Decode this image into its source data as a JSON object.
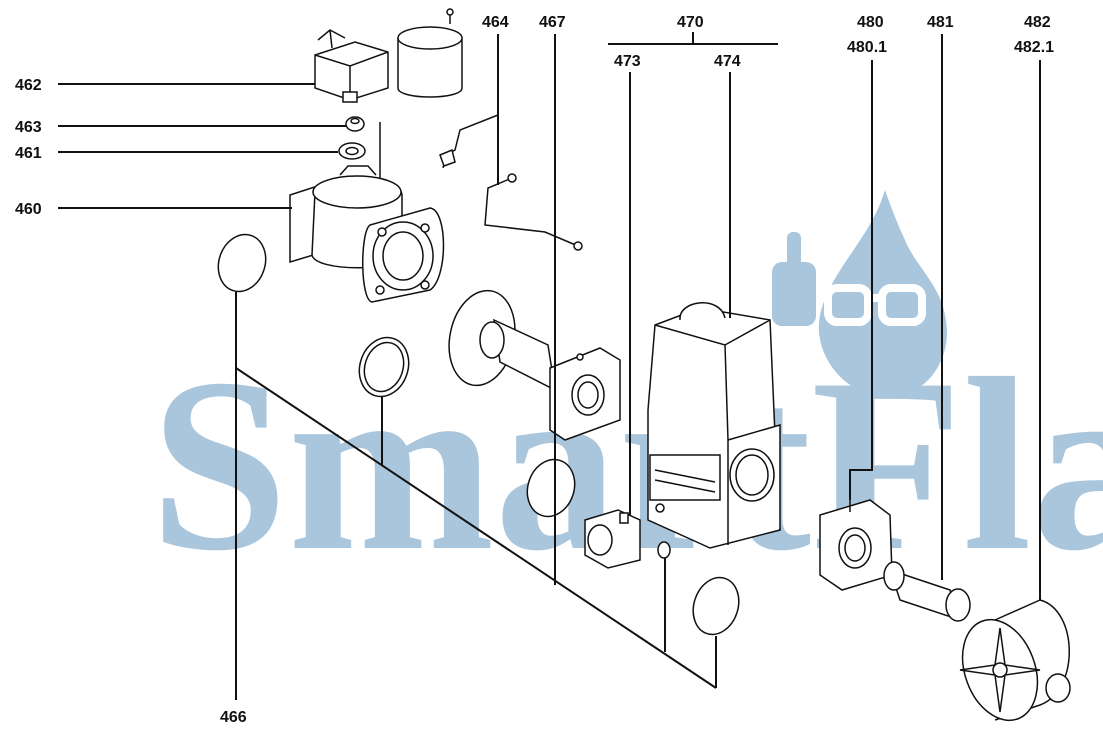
{
  "watermark": {
    "text": "SmartFlam",
    "color": "#aac6dc"
  },
  "labels": {
    "p462": "462",
    "p463": "463",
    "p461": "461",
    "p460": "460",
    "p464": "464",
    "p467": "467",
    "p470": "470",
    "p473": "473",
    "p474": "474",
    "p480": "480",
    "p480_1": "480.1",
    "p481": "481",
    "p482": "482",
    "p482_1": "482.1",
    "p466": "466"
  }
}
